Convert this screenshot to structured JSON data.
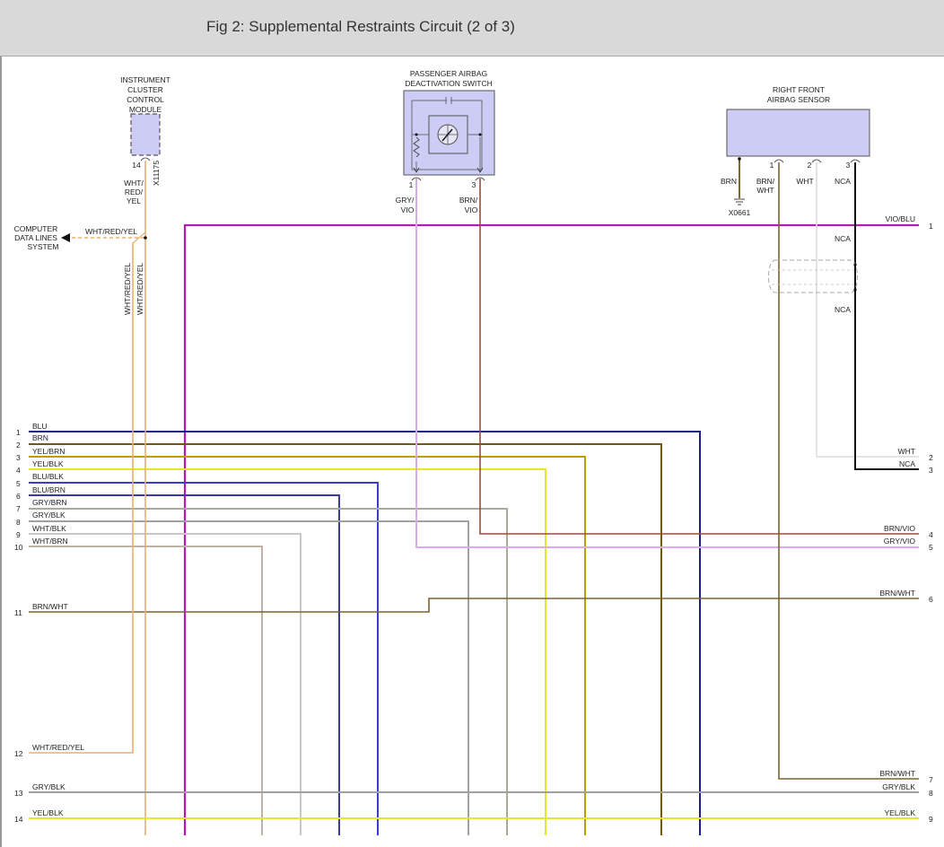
{
  "title": "Fig 2: Supplemental Restraints Circuit (2 of 3)",
  "colors": {
    "header_bg": "#d9d9d9",
    "component_fill": "#ccccf4",
    "VIO/BLU": "#b41ab4",
    "BLU": "#1c1c8c",
    "BRN": "#6e5a14",
    "YEL/BRN": "#b8a000",
    "YEL/BLK": "#e6e62a",
    "BLU/BLK": "#3c3cd2",
    "BLU/BRN": "#3a3aa0",
    "GRY/BRN": "#aaaa9a",
    "GRY/BLK": "#a0a0a0",
    "WHT/BLK": "#c8c8c8",
    "WHT/BRN": "#c0b4a8",
    "BRN/WHT": "#786432",
    "WHT/RED/YEL": "#e8b070",
    "BRN/VIO": "#a04a3c",
    "GRY/VIO": "#dcaaee",
    "WHT": "#dcdcdc",
    "NCA": "#111111"
  },
  "components": {
    "icc": {
      "label_lines": [
        "INSTRUMENT",
        "CLUSTER",
        "CONTROL",
        "MODULE"
      ],
      "pin": "14",
      "connector": "X11175",
      "wire_lines": [
        "WHT/",
        "RED/",
        "YEL"
      ]
    },
    "computer": {
      "label_lines": [
        "COMPUTER",
        "DATA LINES",
        "SYSTEM"
      ],
      "wire": "WHT/RED/YEL"
    },
    "vertical_labels": [
      "WHT/RED/YEL",
      "WHT/RED/YEL"
    ],
    "passenger_switch": {
      "label_lines": [
        "PASSENGER AIRBAG",
        "DEACTIVATION SWITCH"
      ],
      "pin1": "1",
      "pin3": "3",
      "wire1_lines": [
        "GRY/",
        "VIO"
      ],
      "wire3_lines": [
        "BRN/",
        "VIO"
      ]
    },
    "rf_sensor": {
      "label_lines": [
        "RIGHT FRONT",
        "AIRBAG SENSOR"
      ],
      "pins": [
        "1",
        "2",
        "3"
      ],
      "wire_brn": "BRN",
      "wire1_lines": [
        "BRN/",
        "WHT"
      ],
      "wire2": "WHT",
      "wire3": "NCA",
      "ground": "X0661"
    },
    "nca_labels": [
      "NCA",
      "NCA"
    ]
  },
  "left_wires": [
    {
      "pin": "1",
      "label": "BLU"
    },
    {
      "pin": "2",
      "label": "BRN"
    },
    {
      "pin": "3",
      "label": "YEL/BRN"
    },
    {
      "pin": "4",
      "label": "YEL/BLK"
    },
    {
      "pin": "5",
      "label": "BLU/BLK"
    },
    {
      "pin": "6",
      "label": "BLU/BRN"
    },
    {
      "pin": "7",
      "label": "GRY/BRN"
    },
    {
      "pin": "8",
      "label": "GRY/BLK"
    },
    {
      "pin": "9",
      "label": "WHT/BLK"
    },
    {
      "pin": "10",
      "label": "WHT/BRN"
    },
    {
      "pin": "11",
      "label": "BRN/WHT"
    },
    {
      "pin": "12",
      "label": "WHT/RED/YEL"
    },
    {
      "pin": "13",
      "label": "GRY/BLK"
    },
    {
      "pin": "14",
      "label": "YEL/BLK"
    }
  ],
  "right_wires": [
    {
      "pin": "1",
      "label": "VIO/BLU"
    },
    {
      "pin": "2",
      "label": "WHT"
    },
    {
      "pin": "3",
      "label": "NCA"
    },
    {
      "pin": "4",
      "label": "BRN/VIO"
    },
    {
      "pin": "5",
      "label": "GRY/VIO"
    },
    {
      "pin": "6",
      "label": "BRN/WHT"
    },
    {
      "pin": "7",
      "label": "BRN/WHT"
    },
    {
      "pin": "8",
      "label": "GRY/BLK"
    },
    {
      "pin": "9",
      "label": "YEL/BLK"
    }
  ]
}
